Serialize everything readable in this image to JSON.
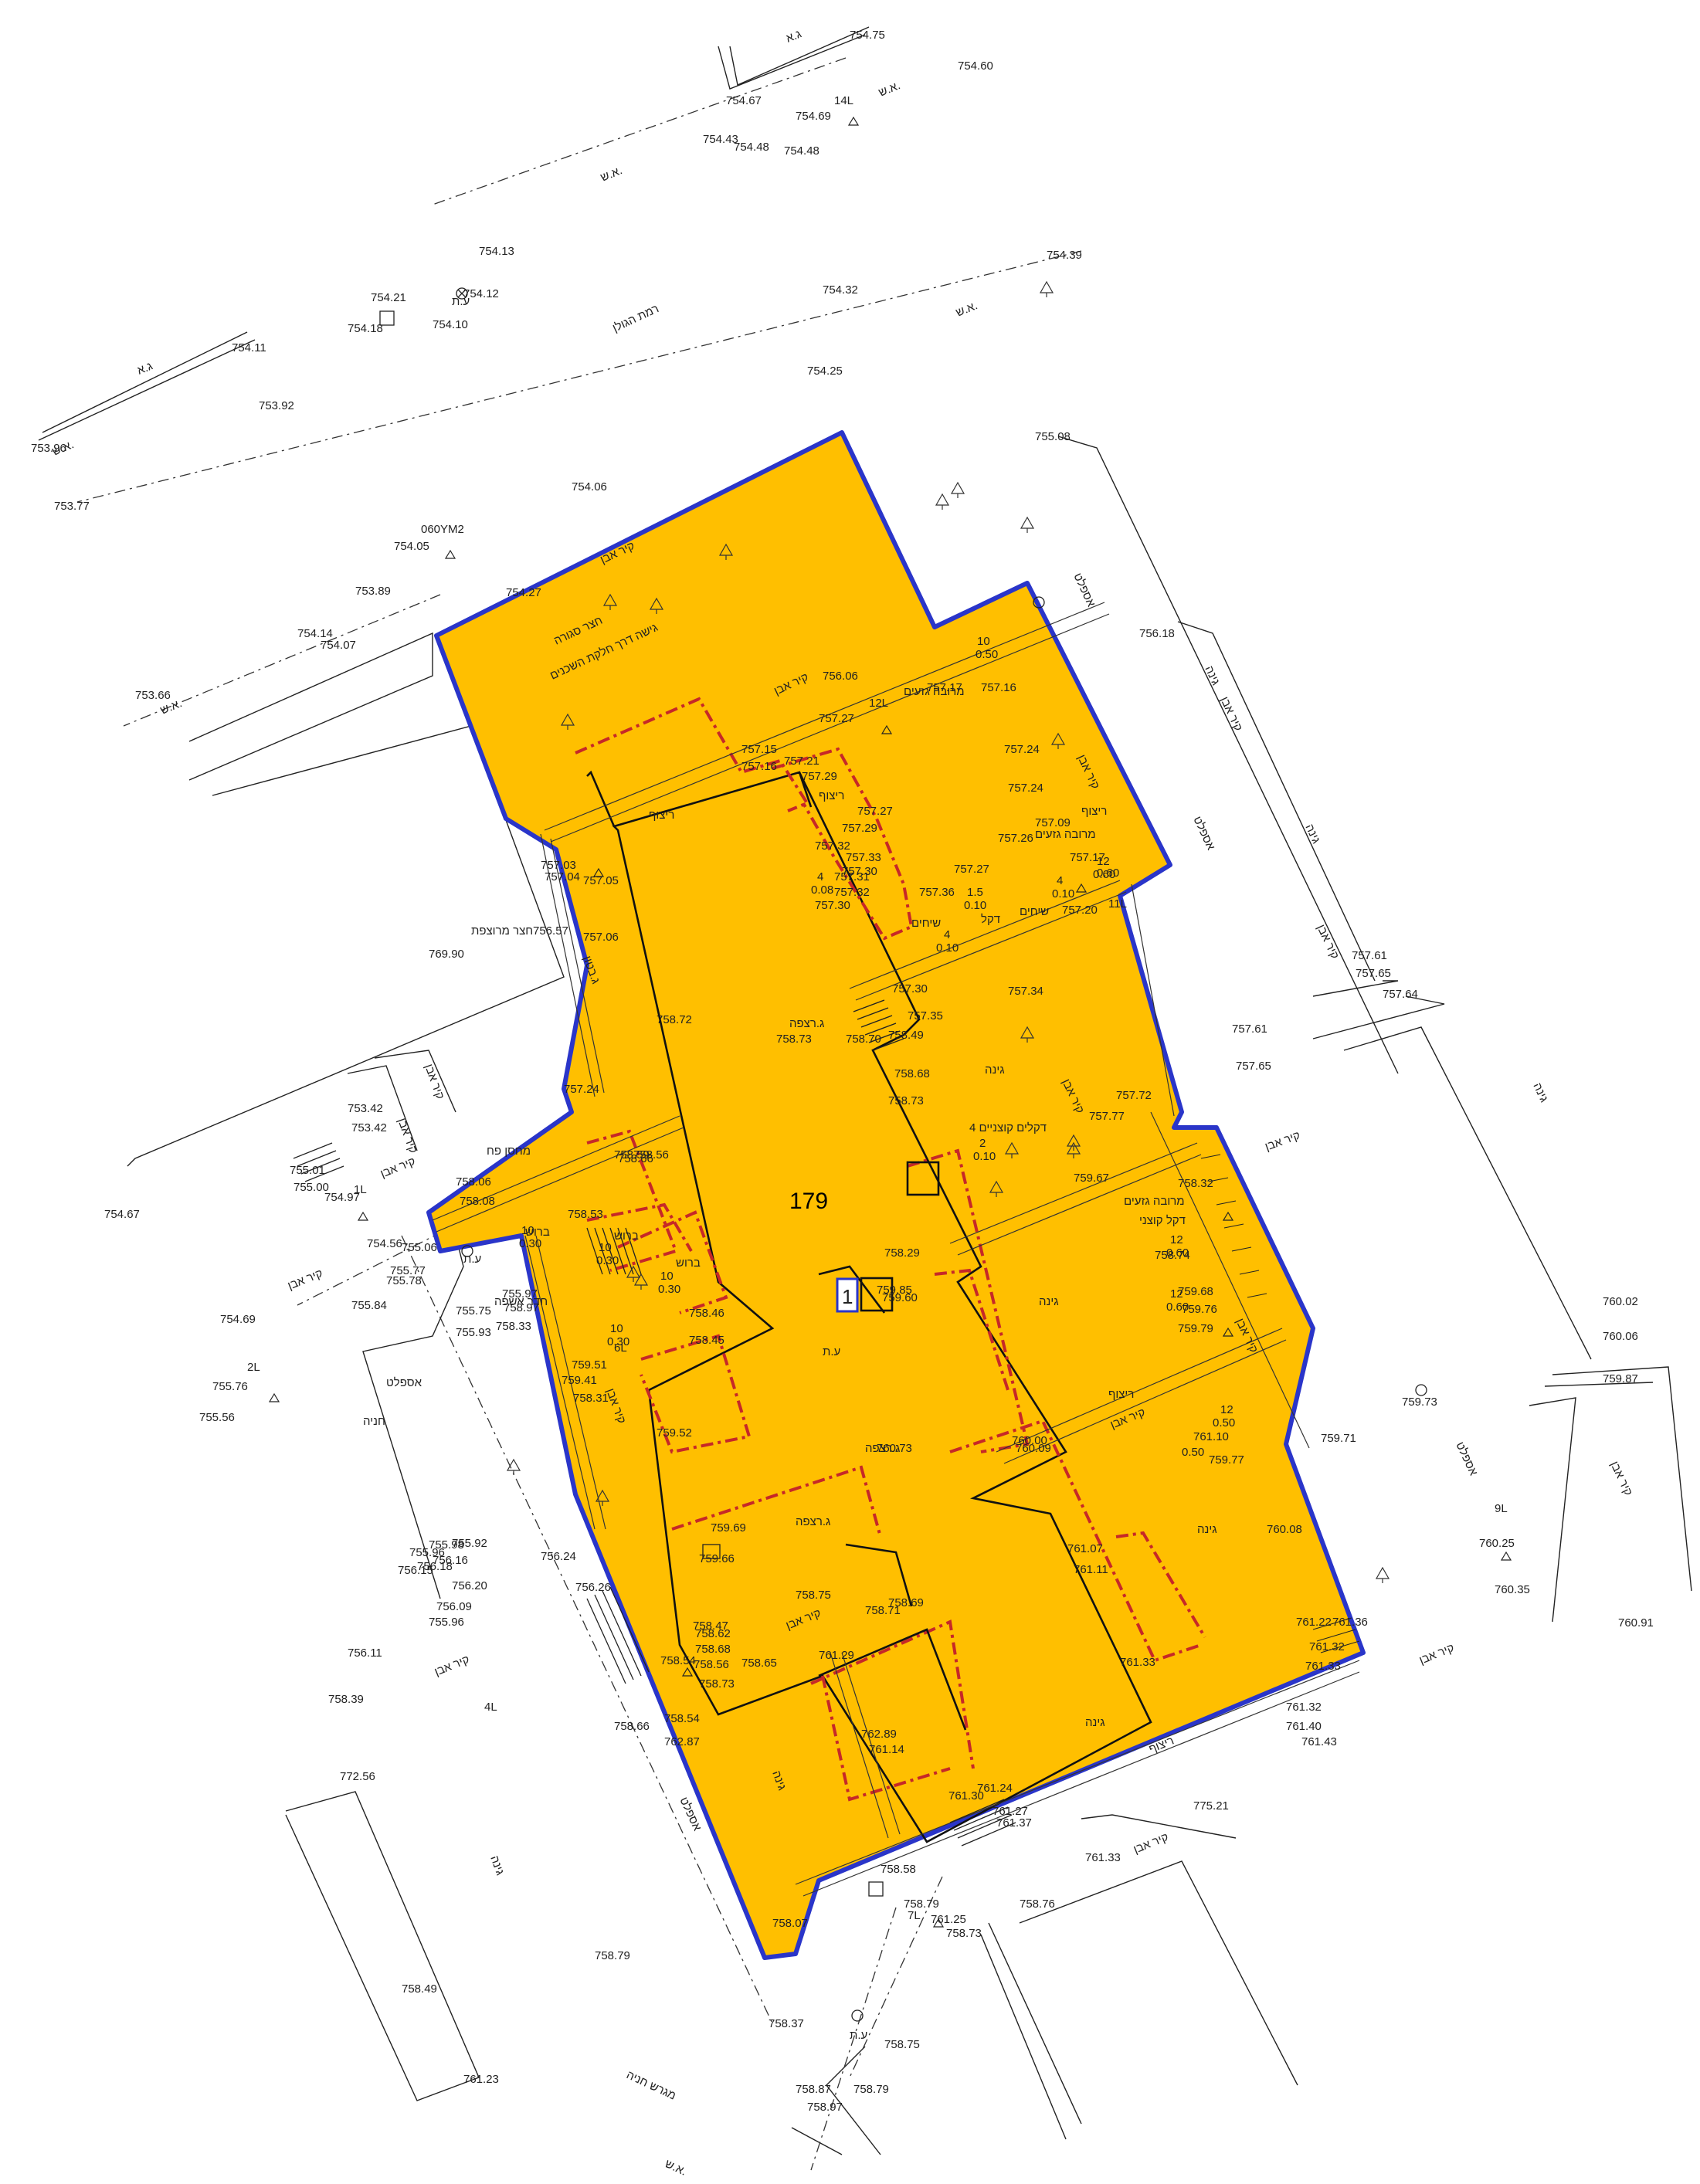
{
  "colors": {
    "plot_fill": "#ffbf00",
    "plot_border": "#2a35c9",
    "building_outline": "#111111",
    "proposed_outline": "#c62828",
    "line_work": "#222222"
  },
  "parcel": {
    "number": "179",
    "badge": "1"
  },
  "streets": {
    "ramat_hagolan": "רמת הגולן",
    "sidewalk": "א.ש.",
    "curb": "ג.א",
    "asphalt": "אספלט",
    "parking": "חניה",
    "parking_lot": "מגרש חניה"
  },
  "labels": {
    "stone_wall": "קיר אבן",
    "garden": "גינה",
    "paving": "ריצוף",
    "floor_paving": "ג.רצפה",
    "bushes": "שיחים",
    "lawn_area": "מרובה גזעים",
    "cypress": "דקל קוצני",
    "palms": "4 דקלים קוצניים",
    "back_yard": "חצר סגורה",
    "access": "גישה דרך חלקת השכנים",
    "tiled_yard": "חצר מרוצפת",
    "storage": "מחסן פח",
    "trash_room": "חדר אשפה",
    "deck": "דקל",
    "manhole": "ע.ת",
    "tree": "ב",
    "tap": "ברוש",
    "cinder_wall": "ג.בטון"
  },
  "elevations": [
    "754.75",
    "754.60",
    "754.67",
    "754.69",
    "14L",
    "754.43",
    "754.48",
    "754.48",
    "754.13",
    "754.12",
    "754.21",
    "754.18",
    "754.10",
    "754.32",
    "754.39",
    "754.11",
    "753.92",
    "754.25",
    "753.96",
    "753.77",
    "754.06",
    "060YM2",
    "754.05",
    "754.27",
    "753.89",
    "754.14",
    "754.07",
    "753.66",
    "755.08",
    "756.18",
    "756.06",
    "757.17",
    "757.16",
    "757.27",
    "12L",
    "757.15",
    "757.16",
    "757.21",
    "757.29",
    "757.24",
    "757.24",
    "757.27",
    "757.29",
    "757.26",
    "757.32",
    "757.33",
    "757.30",
    "757.09",
    "757.03",
    "757.04",
    "757.05",
    "757.31",
    "757.32",
    "757.27",
    "757.17",
    "0.60",
    "757.30",
    "757.36",
    "757.20",
    "11L",
    "757.61",
    "757.65",
    "757.64",
    "757.61",
    "757.65",
    "769.90",
    "756.57",
    "757.06",
    "757.30",
    "757.35",
    "757.34",
    "758.72",
    "758.73",
    "758.70",
    "758.49",
    "758.68",
    "758.73",
    "757.24",
    "753.42",
    "753.42",
    "755.01",
    "755.00",
    "754.97",
    "1L",
    "754.67",
    "758.06",
    "758.08",
    "758.53",
    "758.59",
    "758.66",
    "758.56",
    "757.72",
    "757.77",
    "759.67",
    "758.32",
    "758.74",
    "754.56",
    "755.06",
    "755.77",
    "755.78",
    "755.84",
    "755.75",
    "755.93",
    "755.97",
    "754.69",
    "758.97",
    "758.33",
    "758.29",
    "759.85",
    "759.60",
    "759.68",
    "759.76",
    "759.79",
    "760.02",
    "760.06",
    "759.87",
    "759.73",
    "759.71",
    "758.46",
    "758.45",
    "6L",
    "759.51",
    "759.41",
    "758.31",
    "2L",
    "755.76",
    "755.56",
    "759.52",
    "760.73",
    "760.00",
    "760.09",
    "761.10",
    "759.77",
    "0.50",
    "759.69",
    "759.66",
    "758.75",
    "758.71",
    "758.69",
    "758.47",
    "758.62",
    "758.68",
    "758.65",
    "758.73",
    "761.29",
    "761.07",
    "761.11",
    "761.33",
    "761.22",
    "761.36",
    "761.32",
    "761.33",
    "761.32",
    "761.40",
    "761.43",
    "760.08",
    "760.25",
    "9L",
    "760.35",
    "760.91",
    "755.96",
    "755.98",
    "755.92",
    "756.16",
    "756.18",
    "756.15",
    "756.24",
    "756.20",
    "756.26",
    "756.09",
    "755.96",
    "756.11",
    "758.39",
    "4L",
    "758.56",
    "758.54",
    "758.66",
    "758.54",
    "762.87",
    "762.89",
    "761.14",
    "761.30",
    "761.24",
    "761.27",
    "761.37",
    "775.21",
    "761.33",
    "758.76",
    "758.58",
    "758.79",
    "761.25",
    "7L",
    "758.73",
    "758.07",
    "772.56",
    "758.49",
    "758.79",
    "758.37",
    "761.23",
    "758.75",
    "758.87",
    "758.79",
    "758.97"
  ],
  "grid_values": {
    "v1": "10",
    "v1b": "0.50",
    "v2": "4",
    "v2b": "0.08",
    "v3": "4",
    "v3b": "0.10",
    "v4": "1.5",
    "v4b": "0.10",
    "v5": "4",
    "v5b": "0.10",
    "v6": "12",
    "v6b": "0.60",
    "v7": "2",
    "v7b": "0.10",
    "v8": "10",
    "v8b": "0.30",
    "v9": "10",
    "v9b": "0.30",
    "v10": "10",
    "v10b": "0.30",
    "v11": "10",
    "v11b": "0.30",
    "v12": "12",
    "v12b": "0.60",
    "v13": "12",
    "v13b": "0.60",
    "v14": "12",
    "v14b": "0.50"
  }
}
